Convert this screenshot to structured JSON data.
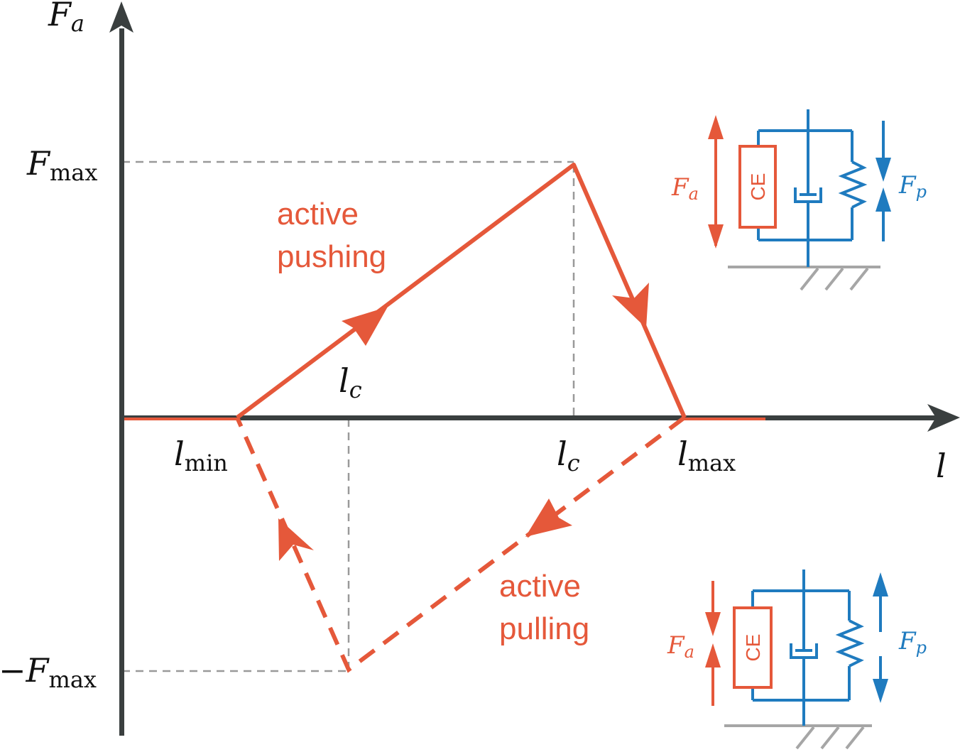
{
  "colors": {
    "axis": "#3a3f3f",
    "active": "#e5583a",
    "passive": "#1f7bbf",
    "guide": "#999999",
    "ground": "#a6a6a6"
  },
  "axes": {
    "y_label": {
      "main": "F",
      "sub": "a"
    },
    "x_label": "l"
  },
  "labels": {
    "fmax": {
      "main": "F",
      "sub": "max"
    },
    "neg_fmax": {
      "main": "−F",
      "sub": "max"
    },
    "lmin": {
      "main": "l",
      "sub": "min"
    },
    "lc_lower": {
      "main": "l",
      "sub": "c"
    },
    "lc_upper": {
      "main": "l",
      "sub": "c"
    },
    "lmax": {
      "main": "l",
      "sub": "max"
    }
  },
  "annotations": {
    "pushing_line1": "active",
    "pushing_line2": "pushing",
    "pulling_line1": "active",
    "pulling_line2": "pulling"
  },
  "insets": {
    "top": {
      "element_label": "CE",
      "fa": {
        "main": "F",
        "sub": "a"
      },
      "fp": {
        "main": "F",
        "sub": "p"
      }
    },
    "bottom": {
      "element_label": "CE",
      "fa": {
        "main": "F",
        "sub": "a"
      },
      "fp": {
        "main": "F",
        "sub": "p"
      }
    }
  }
}
